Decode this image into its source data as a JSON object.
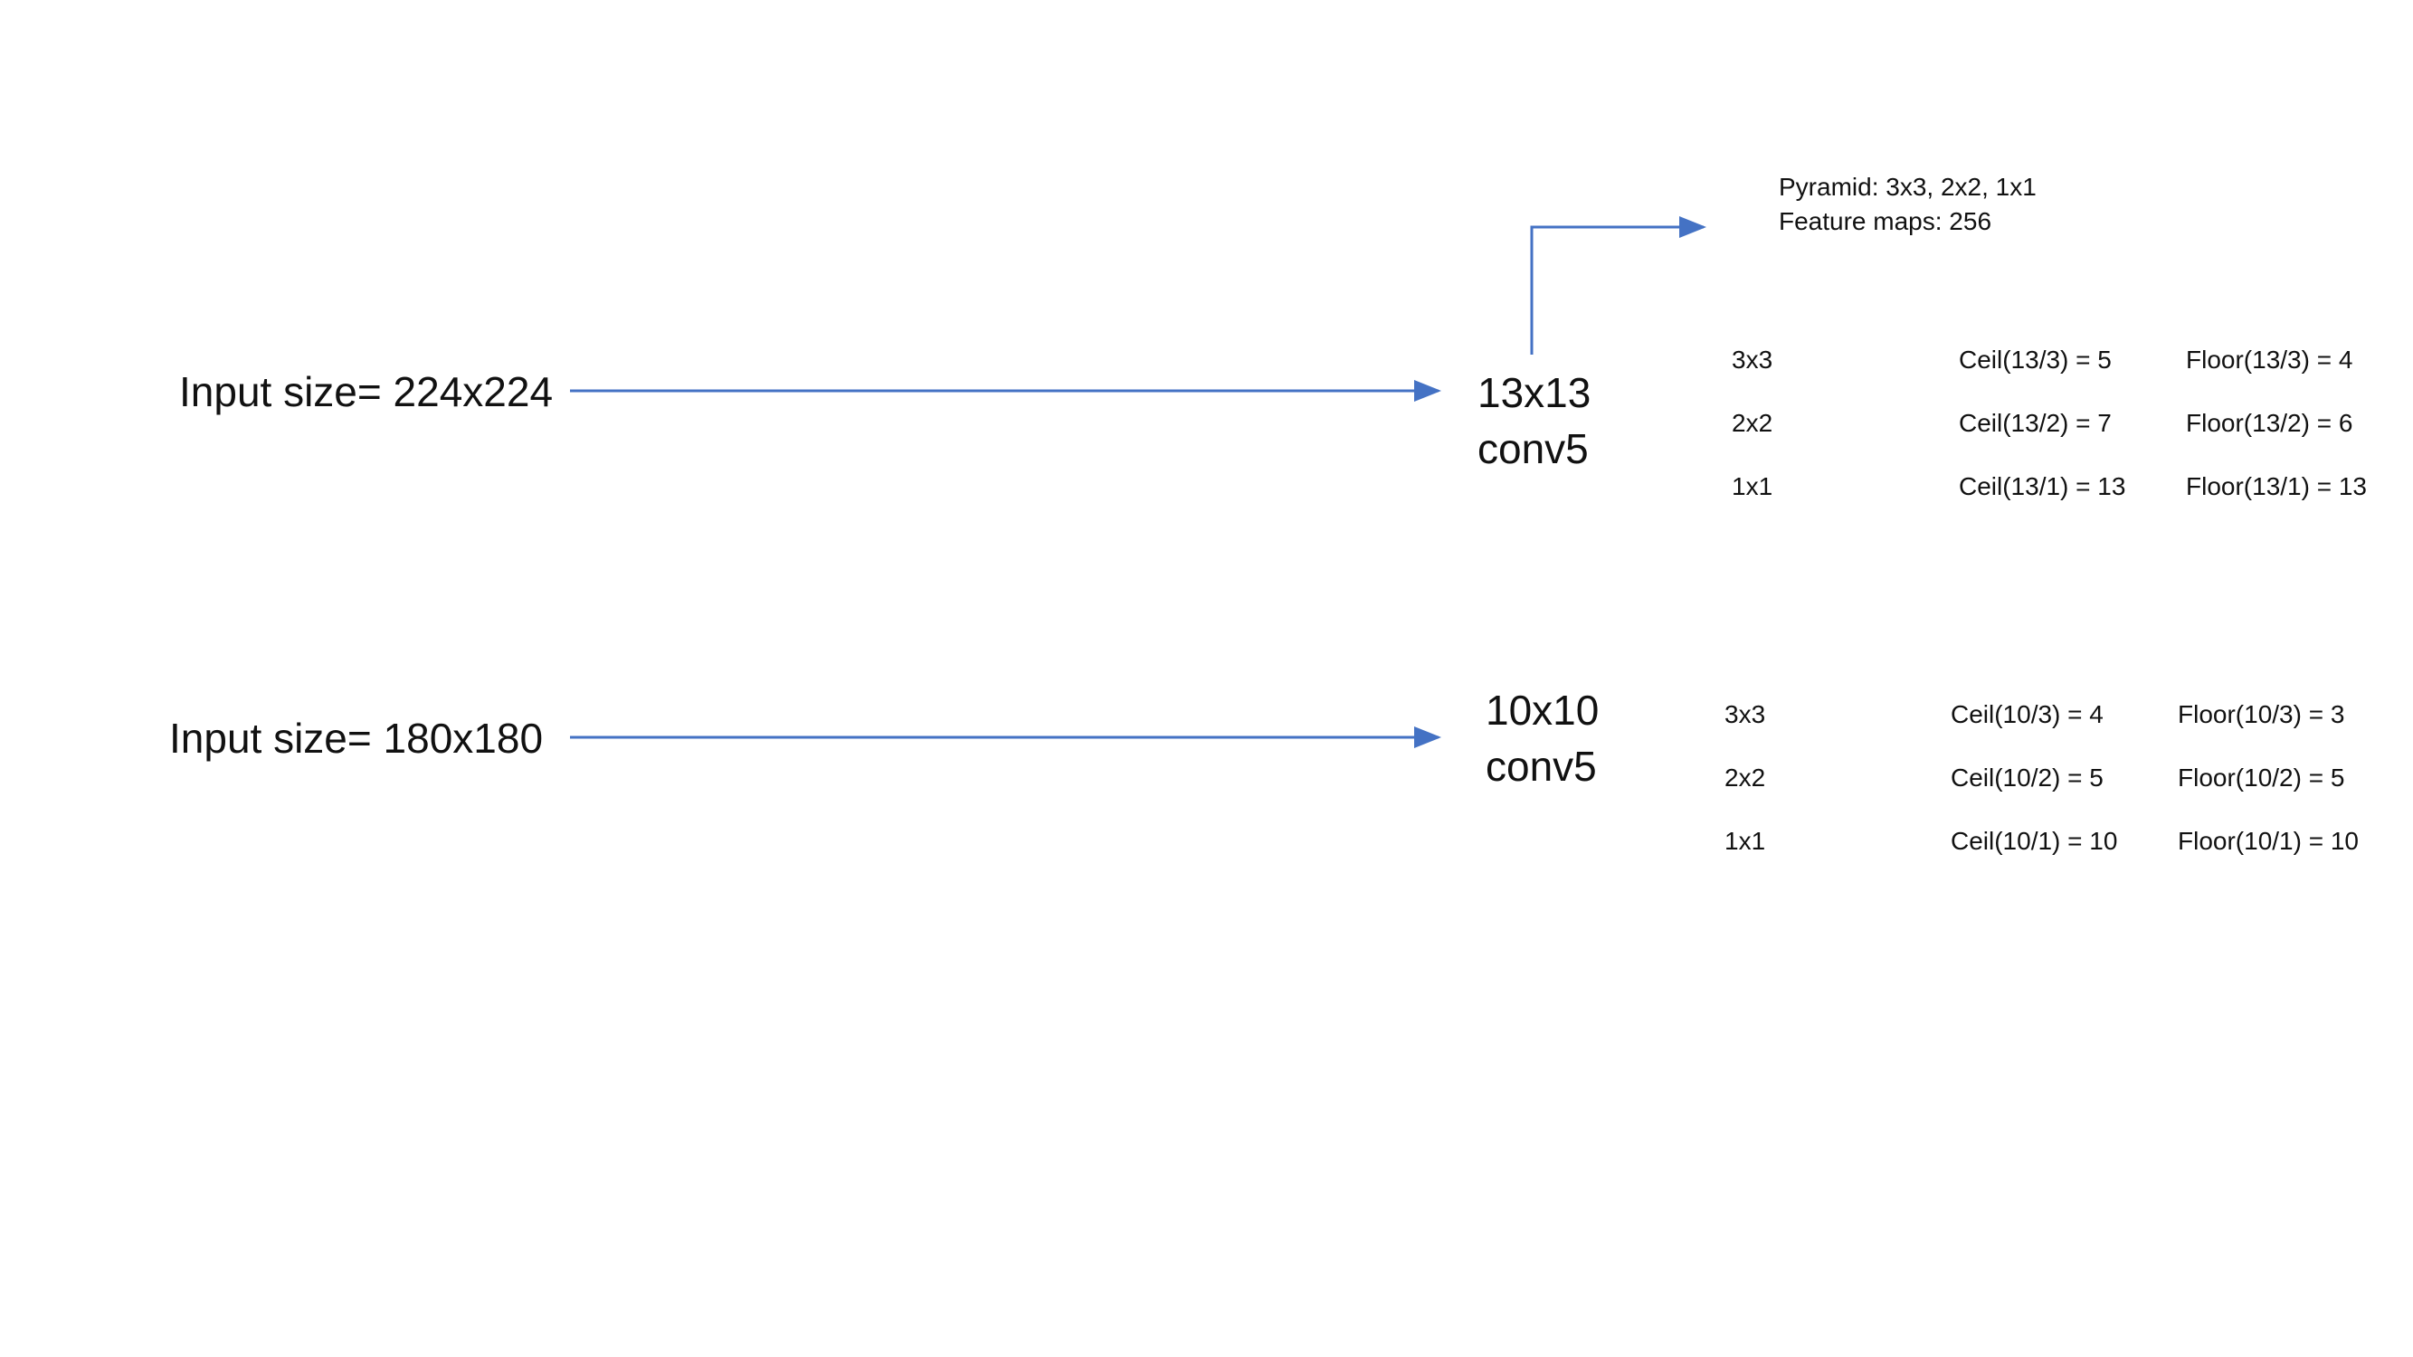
{
  "diagram": {
    "accent_color": "#4472C4",
    "pyramid_note": {
      "line1": "Pyramid: 3x3, 2x2, 1x1",
      "line2": "Feature maps: 256"
    },
    "rows": [
      {
        "input_label": "Input size= 224x224",
        "feature_size": "13x13",
        "layer": "conv5",
        "table": [
          {
            "bin": "3x3",
            "ceil": "Ceil(13/3) = 5",
            "floor": "Floor(13/3)  = 4"
          },
          {
            "bin": "2x2",
            "ceil": "Ceil(13/2) = 7",
            "floor": "Floor(13/2)  = 6"
          },
          {
            "bin": "1x1",
            "ceil": "Ceil(13/1) = 13",
            "floor": "Floor(13/1)  = 13"
          }
        ]
      },
      {
        "input_label": "Input size= 180x180",
        "feature_size": "10x10",
        "layer": "conv5",
        "table": [
          {
            "bin": "3x3",
            "ceil": "Ceil(10/3) = 4",
            "floor": "Floor(10/3)  = 3"
          },
          {
            "bin": "2x2",
            "ceil": "Ceil(10/2) = 5",
            "floor": "Floor(10/2)  = 5"
          },
          {
            "bin": "1x1",
            "ceil": "Ceil(10/1) = 10",
            "floor": "Floor(10/1)  = 10"
          }
        ]
      }
    ]
  }
}
